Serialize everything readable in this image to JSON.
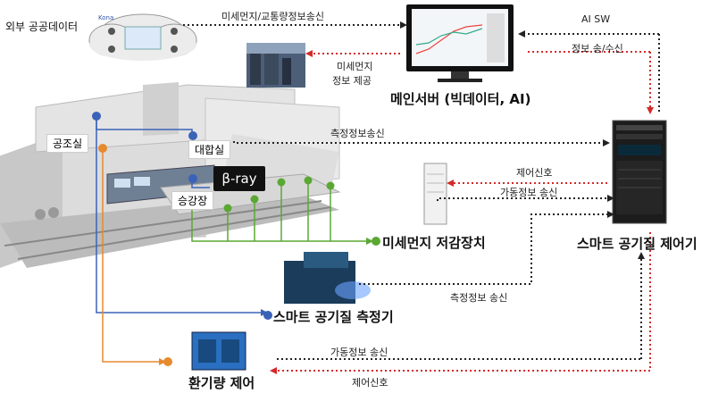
{
  "colors": {
    "dotted": "#222222",
    "red": "#d42a2a",
    "blue": "#3a63b8",
    "green": "#5aa832",
    "orange": "#e68a2e",
    "structure": "#c8c8c8"
  },
  "labels": {
    "external": "외부 공공데이터",
    "flow_traffic": "미세먼지/교통량정보송신",
    "ai_sw": "AI SW",
    "send_recv": "정보 송/수신",
    "dust_info_l1": "미세먼지",
    "dust_info_l2": "정보 제공",
    "main_server": "메인서버 (빅데이터, AI)",
    "measure_send_top": "측정정보송신",
    "control_signal_mid": "제어신호",
    "operation_send_mid": "가동정보 송신",
    "ac_room": "공조실",
    "lobby": "대합실",
    "beta_ray": "β-ray",
    "platform": "승강장",
    "reducer": "미세먼지 저감장치",
    "controller": "스마트 공기질 제어기",
    "measure_send_bottom": "측정정보 송신",
    "meter": "스마트 공기질 측정기",
    "operation_send_bottom": "가동정보 송신",
    "control_signal_bottom": "제어신호",
    "ventilation": "환기량 제어"
  }
}
